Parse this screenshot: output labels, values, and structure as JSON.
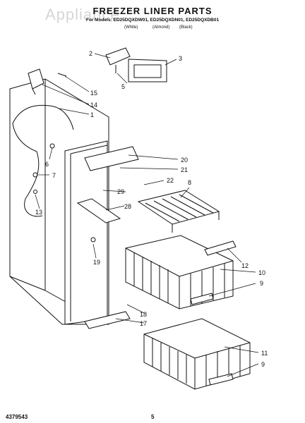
{
  "watermark": "Appliance",
  "title": "FREEZER LINER PARTS",
  "models_line": "For Models: ED25DQXDW01, ED25DQXDN01, ED25DQXDB01",
  "colors": [
    "(White)",
    "(Almond)",
    "(Black)"
  ],
  "callouts": [
    "2",
    "3",
    "5",
    "15",
    "14",
    "1",
    "6",
    "7",
    "13",
    "20",
    "21",
    "22",
    "8",
    "29",
    "28",
    "19",
    "12",
    "10",
    "9",
    "18",
    "17",
    "11",
    "9"
  ],
  "footer": {
    "doc_number": "4379543",
    "page": "5"
  }
}
